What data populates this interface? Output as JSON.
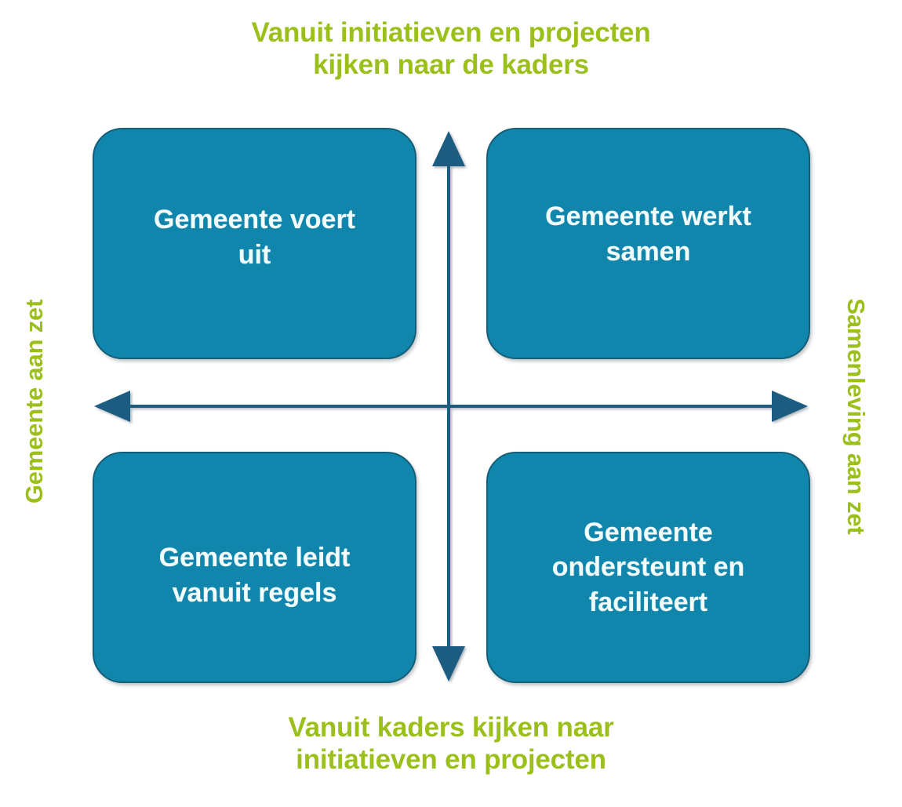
{
  "diagram": {
    "title_top": "Vanuit initiatieven en projecten\nkijken naar de kaders",
    "title_bottom": "Vanuit kaders kijken naar\ninitiatieven en projecten",
    "label_left": "Gemeente aan zet",
    "label_right": "Samenleving aan zet",
    "quadrants": [
      {
        "position": "top-left",
        "label": "Gemeente voert\nuit"
      },
      {
        "position": "top-right",
        "label": "Gemeente werkt\nsamen"
      },
      {
        "position": "bottom-left",
        "label": "Gemeente leidt\nvanuit regels"
      },
      {
        "position": "bottom-right",
        "label": "Gemeente\nondersteunt en\nfaciliteert"
      }
    ],
    "colors": {
      "accent_green": "#9CC01B",
      "box_fill": "#1186AD",
      "box_border": "#145E77",
      "box_text": "#F2FCFB",
      "axis": "#1C5C80",
      "background": "#FFFFFF"
    },
    "axes": {
      "horizontal": {
        "double_headed": true
      },
      "vertical": {
        "double_headed": true
      }
    }
  }
}
